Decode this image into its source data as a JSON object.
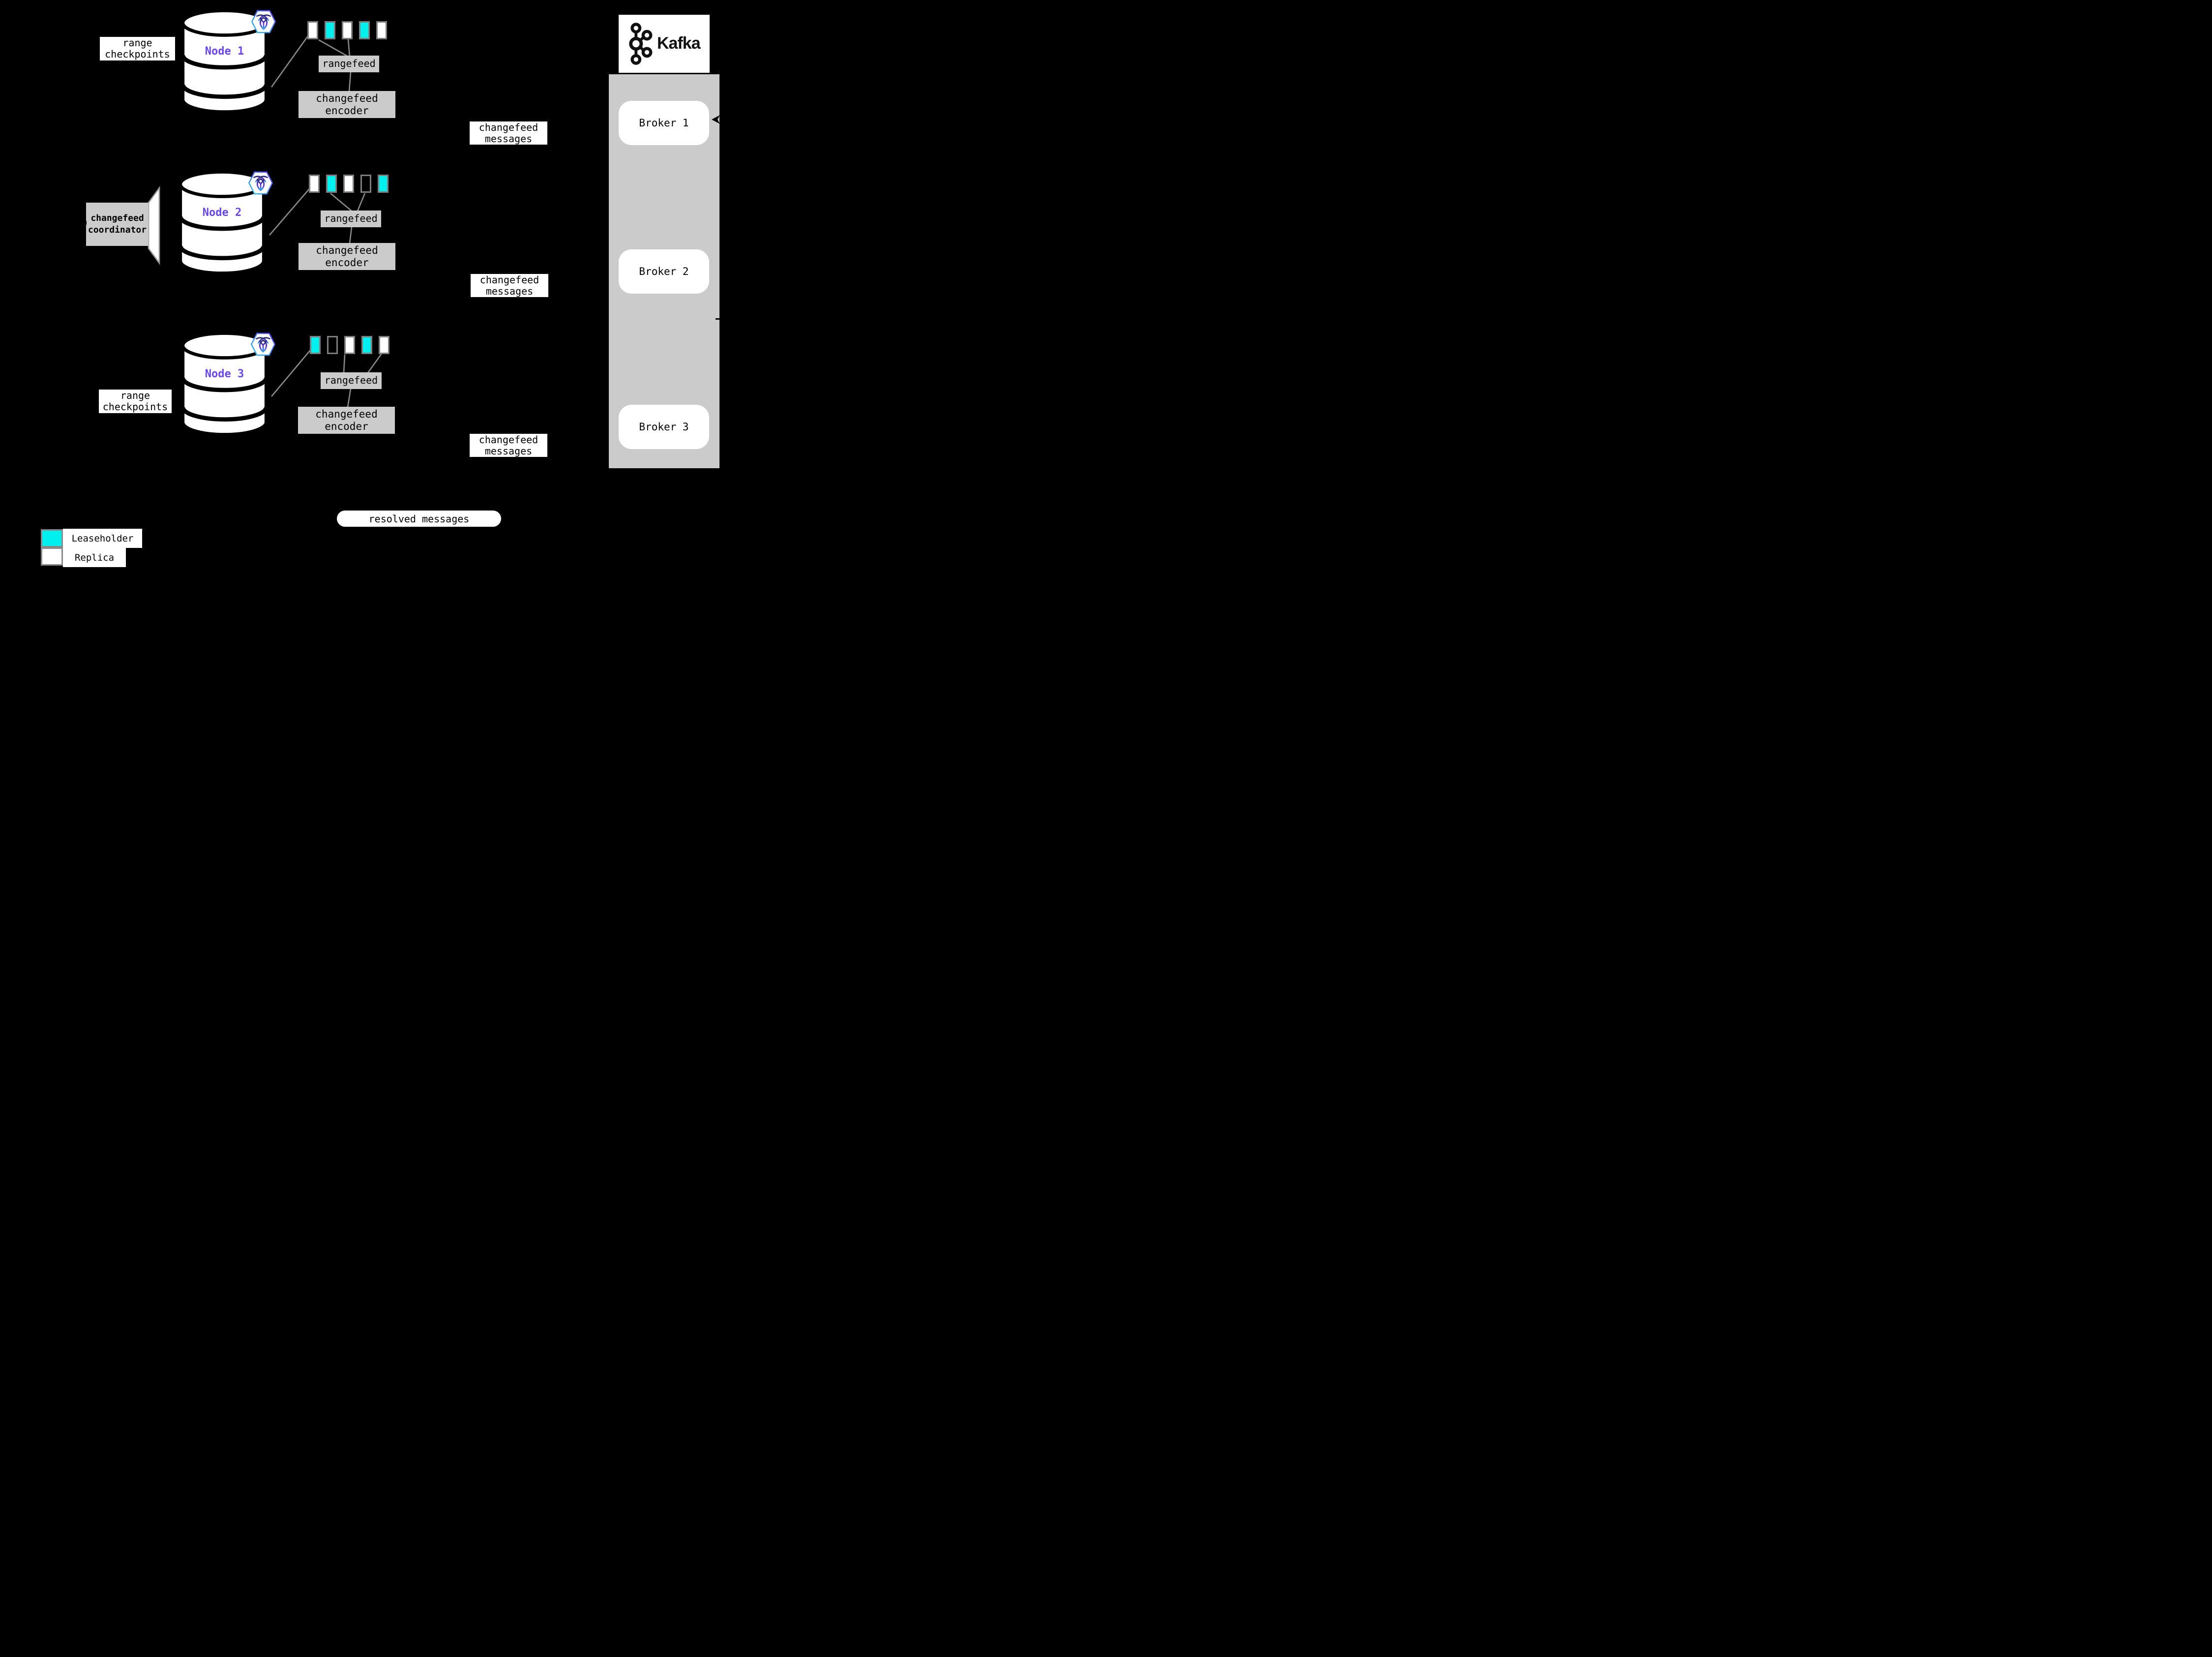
{
  "colors": {
    "background": "#000000",
    "leaseholder": "#00EFEF",
    "replica": "#FFFFFF",
    "panel_gray": "#CBCBCB",
    "border_gray": "#7E7E7E",
    "line_gray": "#8A8A8A",
    "node_label": "#6B46EC"
  },
  "nodes": [
    {
      "label": "Node 1",
      "icon": "cockroachdb-icon",
      "side_label": "range checkpoints",
      "rangefeed_label": "rangefeed",
      "encoder_label": "changefeed encoder",
      "messages_label": "changefeed messages",
      "ranges": [
        "replica",
        "leaseholder",
        "replica",
        "leaseholder",
        "replica"
      ]
    },
    {
      "label": "Node 2",
      "icon": "cockroachdb-icon",
      "coordinator_label": "changefeed coordinator",
      "rangefeed_label": "rangefeed",
      "encoder_label": "changefeed encoder",
      "messages_label": "changefeed messages",
      "ranges": [
        "replica",
        "leaseholder",
        "replica",
        "empty",
        "leaseholder"
      ]
    },
    {
      "label": "Node 3",
      "icon": "cockroachdb-icon",
      "side_label": "range checkpoints",
      "rangefeed_label": "rangefeed",
      "encoder_label": "changefeed encoder",
      "messages_label": "changefeed messages",
      "ranges": [
        "leaseholder",
        "empty",
        "replica",
        "leaseholder",
        "replica"
      ]
    }
  ],
  "kafka": {
    "logo_label": "Kafka",
    "logo_icon": "kafka-icon",
    "brokers": [
      "Broker 1",
      "Broker 2",
      "Broker 3"
    ]
  },
  "resolved": {
    "label": "resolved messages"
  },
  "legend": {
    "items": [
      {
        "label": "Leaseholder",
        "swatch": "leaseholder"
      },
      {
        "label": "Replica",
        "swatch": "replica"
      }
    ]
  }
}
